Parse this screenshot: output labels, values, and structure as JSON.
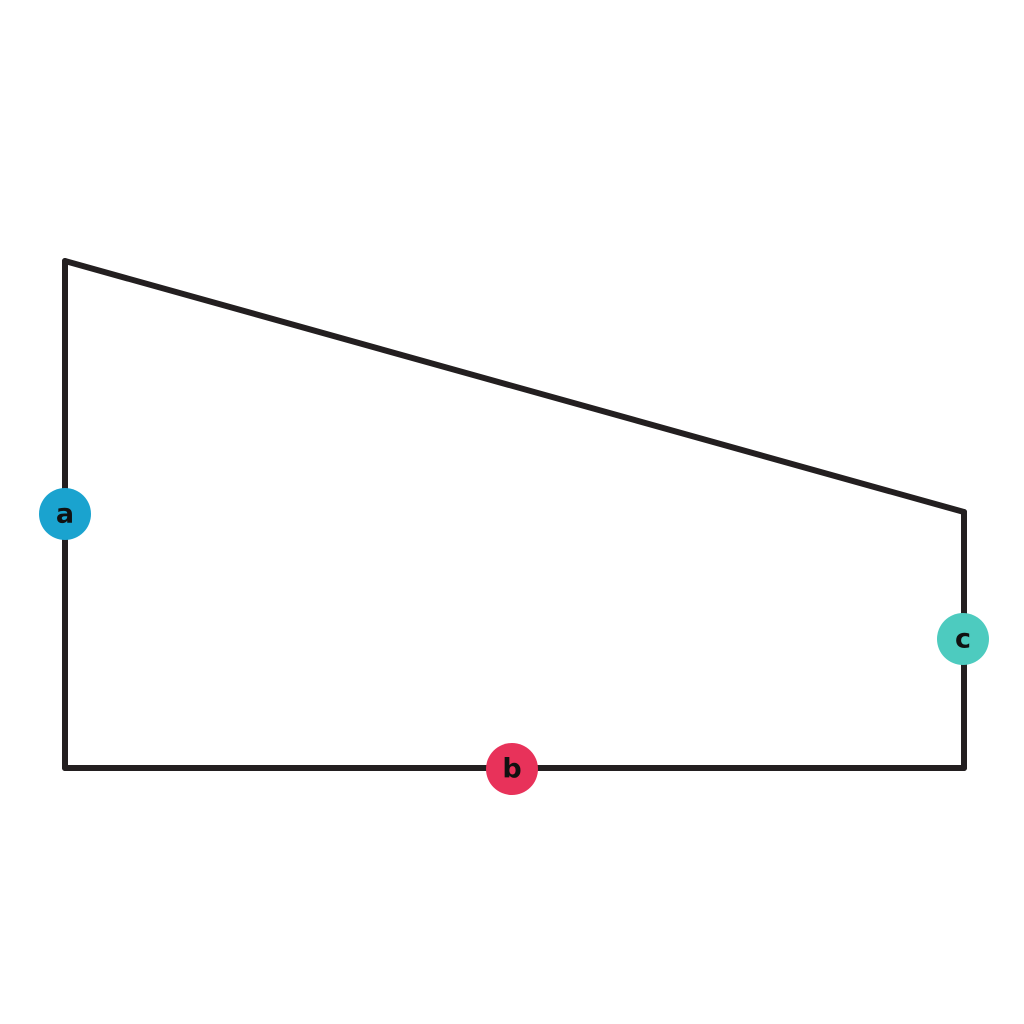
{
  "diagram": {
    "shape": "trapezoid",
    "line_color": "#231f20",
    "labels": {
      "a": {
        "text": "a",
        "color": "#1aa3cf",
        "text_color": "#111111"
      },
      "b": {
        "text": "b",
        "color": "#e8325a",
        "text_color": "#111111"
      },
      "c": {
        "text": "c",
        "color": "#4dcbbf",
        "text_color": "#111111"
      }
    }
  }
}
